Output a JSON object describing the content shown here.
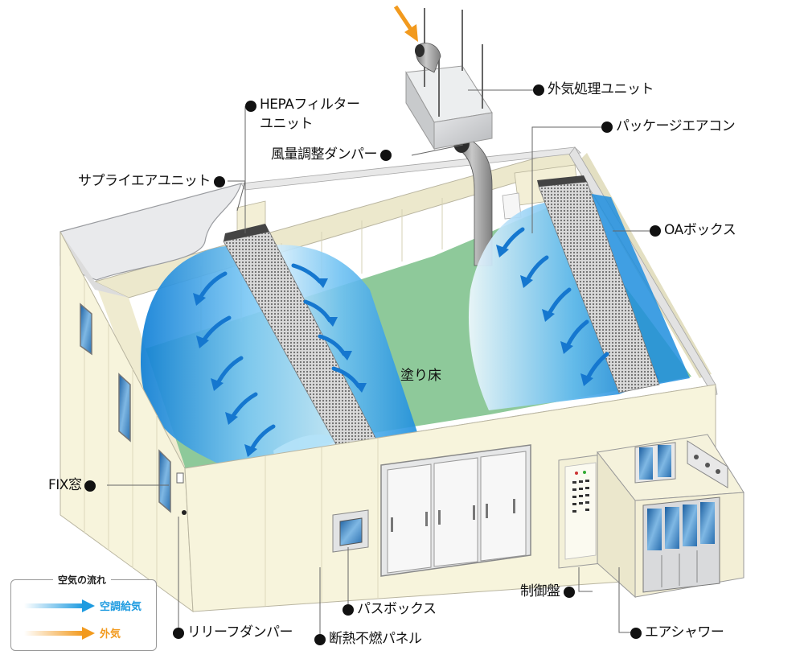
{
  "labels": {
    "outside_air_unit": "外気処理ユニット",
    "hepa_line1": "HEPAフィルター",
    "hepa_line2": "ユニット",
    "package_aircon": "パッケージエアコン",
    "damper": "風量調整ダンパー",
    "supply_air_unit": "サプライエアユニット",
    "oa_box": "OAボックス",
    "floor": "塗り床",
    "fix_window": "FIX窓",
    "control_panel": "制御盤",
    "pass_box": "パスボックス",
    "relief_damper": "リリーフダンパー",
    "panel": "断熱不燃パネル",
    "air_shower": "エアシャワー"
  },
  "legend": {
    "title": "空気の流れ",
    "supply": "空調給気",
    "outside": "外気"
  },
  "colors": {
    "supply_air": "#1e9be0",
    "outside_air": "#f29a1e",
    "wall": "#f7f4dc",
    "floor": "#8ec99a",
    "steel": "#c9ccd0"
  }
}
